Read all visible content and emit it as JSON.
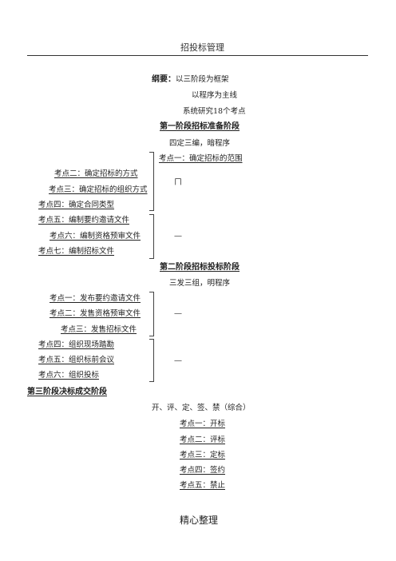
{
  "header": {
    "title": "招投标管理"
  },
  "outline": {
    "label": "纲要：",
    "line1": "以三阶段为框架",
    "line2": "以程序为主线",
    "line3": "系统研究18个考点"
  },
  "stage1": {
    "title": "第一阶段招标准备阶段",
    "subtitle": "四定三编，暗程序",
    "item1": "考点一：确定招标的范围",
    "group_a": [
      "考点二：确定招标的方式",
      "考点三：确定招标的组织方式",
      "考点四：确定合同类型"
    ],
    "group_a_mark": "ㄇ",
    "group_b": [
      "考点五：编制要约邀请文件",
      "考点六：编制资格预审文件",
      "考点七：编制招标文件"
    ],
    "group_b_mark": "—"
  },
  "stage2": {
    "title": "第二阶段招标投标阶段",
    "subtitle": "三发三组，明程序",
    "group_a": [
      "考点一：发布要约邀请文件",
      "考点二：发售资格预审文件",
      "考点三：发售招标文件"
    ],
    "group_a_mark": "—",
    "group_b": [
      "考点四：组织现场踏勘",
      "考点五：组织标前会议",
      "考点六：组织投标"
    ],
    "group_b_mark": "—"
  },
  "stage3": {
    "title": "第三阶段决标成交阶段",
    "subtitle": "开、评、定、签、禁（综合）",
    "items": [
      "考点一：开标",
      "考点二：评标",
      "考点三：定标",
      "考点四：签约",
      "考点五：禁止"
    ]
  },
  "footer": {
    "text": "精心整理"
  }
}
